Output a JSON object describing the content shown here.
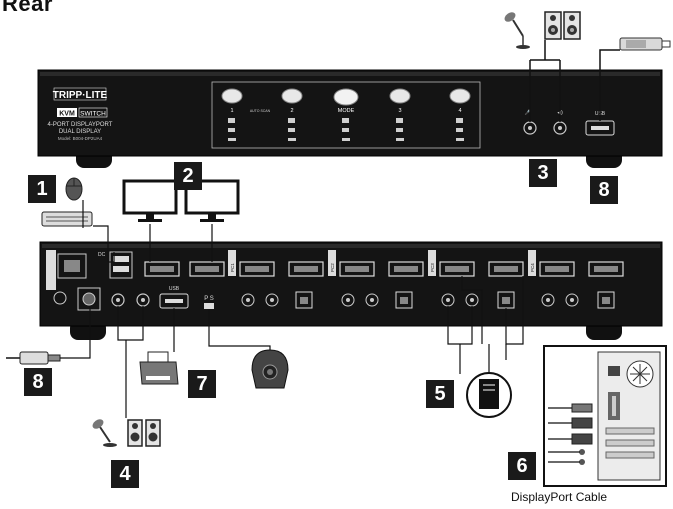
{
  "header": {
    "title": "Rear"
  },
  "front_panel": {
    "brand": "TRIPP·LITE",
    "kvm": "KVM",
    "switch": "SWITCH",
    "model_line1": "4-PORT DISPLAYPORT",
    "model_line2": "DUAL DISPLAY",
    "model_no": "Model: B004-DP2UA4",
    "port_labels": [
      "1",
      "2",
      "MODE",
      "3",
      "4"
    ],
    "auto_scan": "AUTO SCAN",
    "usb_label": "USB"
  },
  "rear_panel": {
    "dc_label": "DC",
    "usb_label": "USB",
    "ps_label": "P S",
    "pc_labels": [
      "PC1",
      "PC2",
      "PC3",
      "PC4"
    ]
  },
  "callouts": [
    {
      "number": "1"
    },
    {
      "number": "2"
    },
    {
      "number": "3"
    },
    {
      "number": "4"
    },
    {
      "number": "5"
    },
    {
      "number": "6"
    },
    {
      "number": "7"
    },
    {
      "number": "8"
    },
    {
      "number": "8"
    }
  ],
  "caption": "DisplayPort Cable"
}
